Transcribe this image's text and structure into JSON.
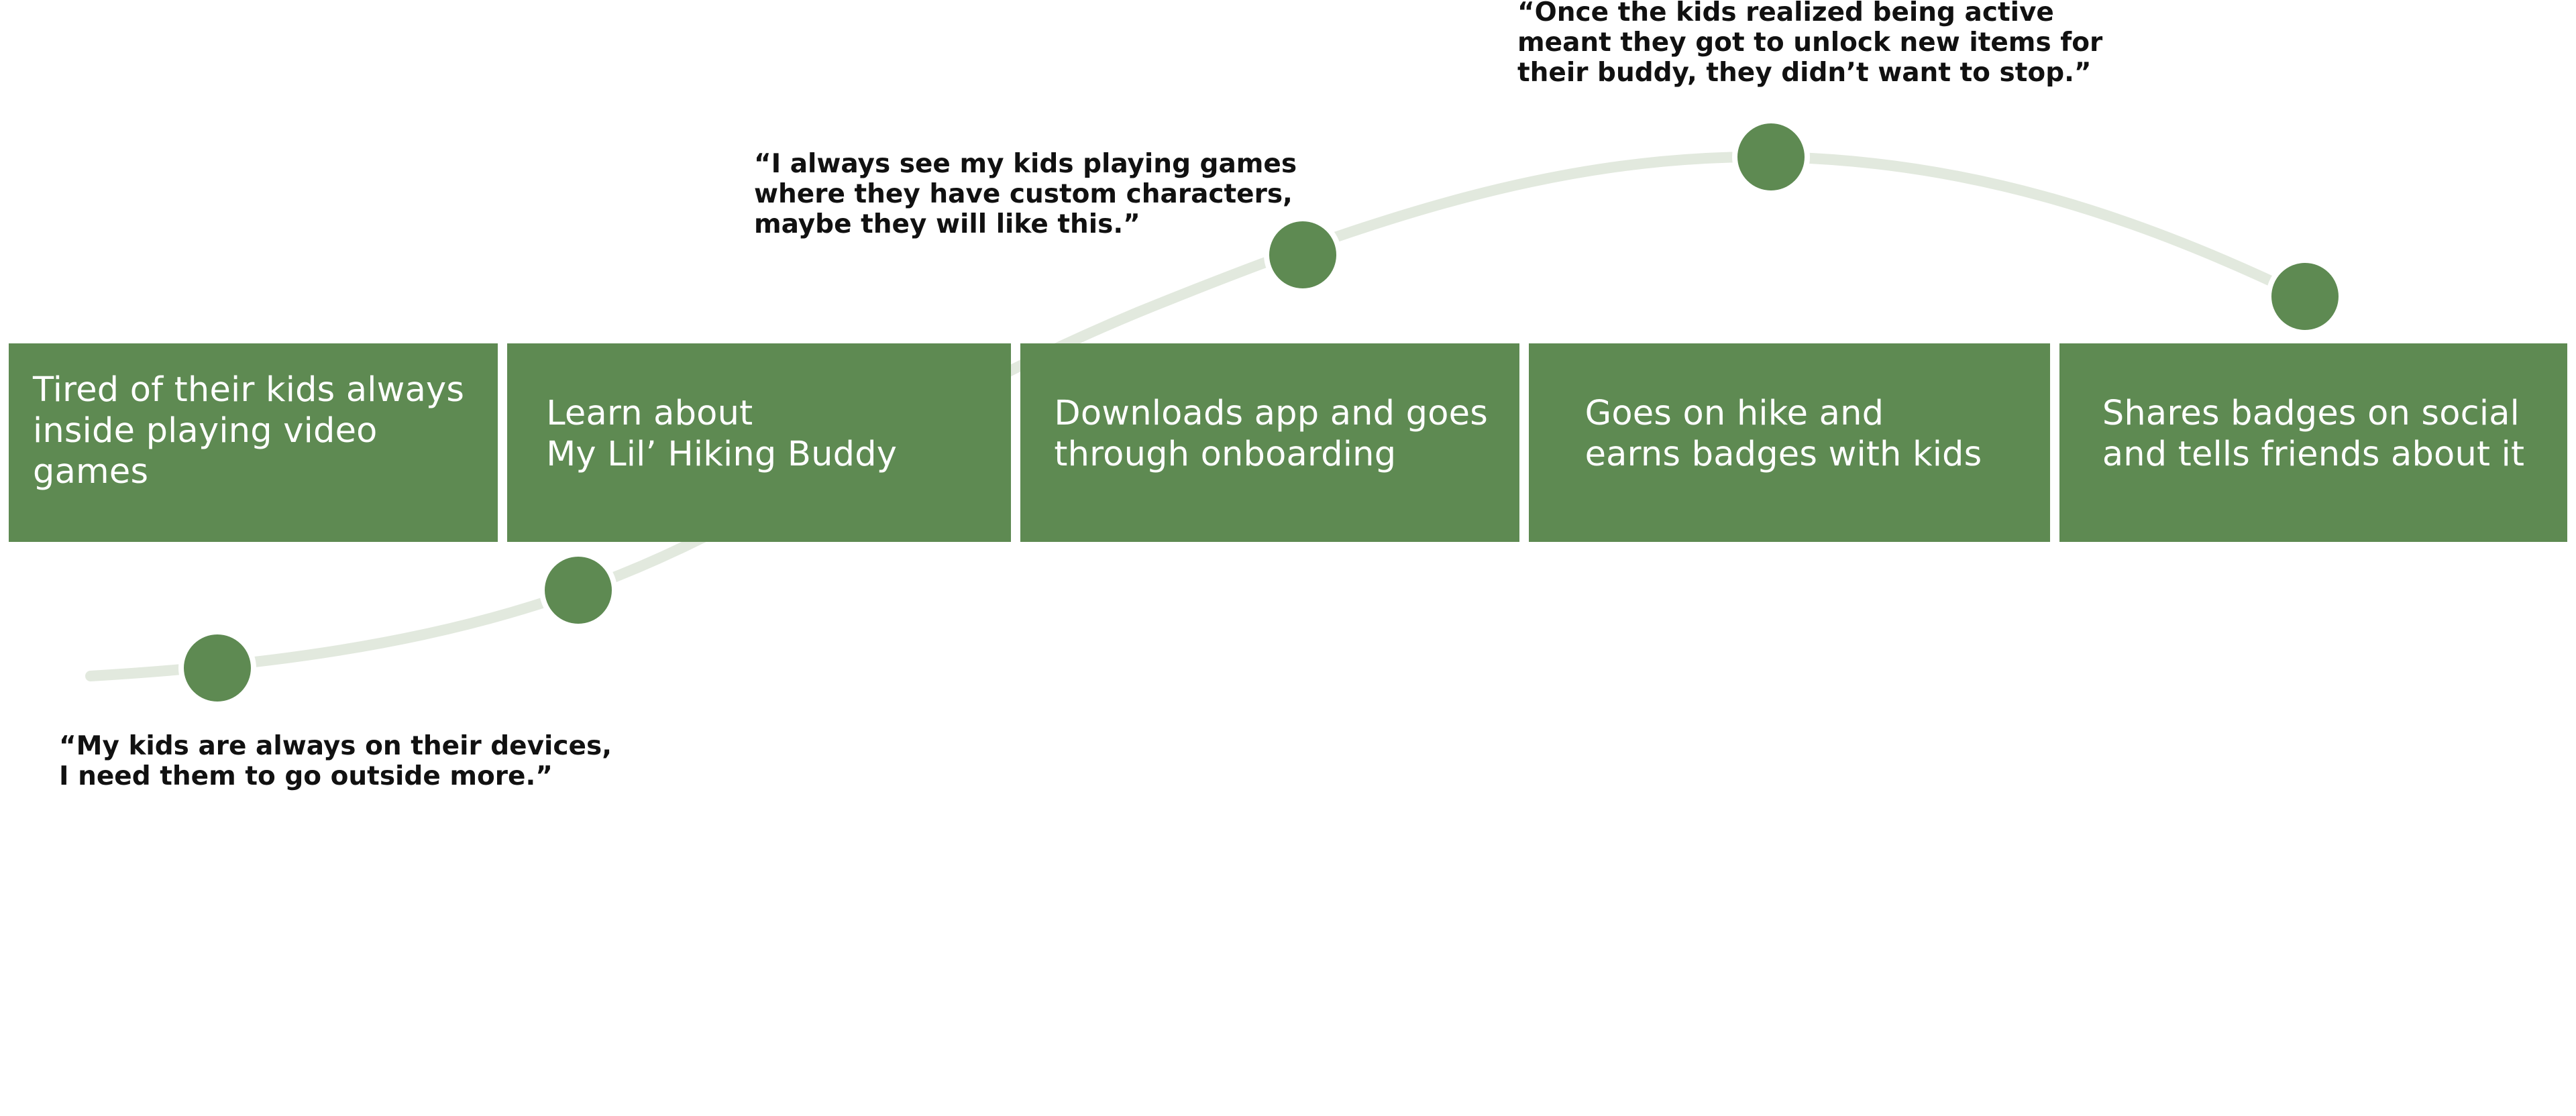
{
  "theme": {
    "stage_color": "#5e8a52",
    "dot_color": "#5e8a52",
    "curve_color": "#e2e9de",
    "stage_text_color": "#ffffff",
    "quote_text_color": "#111111"
  },
  "stages": [
    {
      "label": "Tired of their kids always\ninside playing video games"
    },
    {
      "label": "Learn about\nMy Lil’ Hiking Buddy"
    },
    {
      "label": "Downloads app and goes\nthrough onboarding"
    },
    {
      "label": "Goes on hike and\nearns badges with kids"
    },
    {
      "label": "Shares badges on social\nand tells friends about it"
    }
  ],
  "quotes": [
    {
      "text": "“My kids are always on their devices,\nI need them to go outside more.”"
    },
    {
      "text": "“I always see my kids playing games\nwhere they have custom characters,\nmaybe they will like this.”"
    },
    {
      "text": "“Once the kids realized being active\nmeant they got to unlock new items for\ntheir buddy, they didn’t want to stop.”"
    }
  ]
}
